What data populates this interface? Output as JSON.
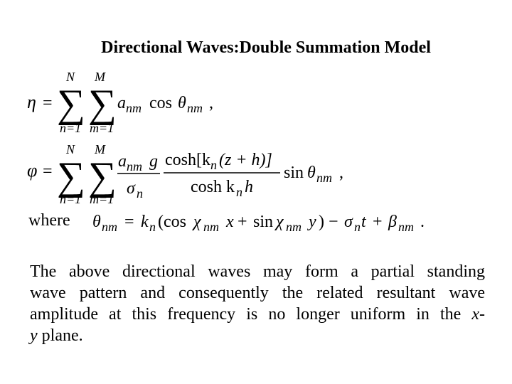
{
  "title": "Directional Waves:Double Summation Model",
  "equations": {
    "eta": {
      "lhs": "η",
      "eq": "=",
      "upper1": "N",
      "upper2": "M",
      "lower1": "n=1",
      "lower2": "m=1",
      "sigma": "∑",
      "term_a": "a",
      "term_a_sub": "nm",
      "term_cos": "cos",
      "term_theta": "θ",
      "term_theta_sub": "nm",
      "trail": ","
    },
    "phi": {
      "lhs": "φ",
      "eq": "=",
      "upper1": "N",
      "upper2": "M",
      "lower1": "n=1",
      "lower2": "m=1",
      "sigma": "∑",
      "frac1_num_a": "a",
      "frac1_num_sub": "nm",
      "frac1_num_g": "g",
      "frac1_den": "σ",
      "frac1_den_sub": "n",
      "frac2_num": "cosh[k",
      "frac2_num_sub": "n",
      "frac2_num_rest": "(z + h)]",
      "frac2_den": "cosh k",
      "frac2_den_sub": "n",
      "frac2_den_rest": "h",
      "sin": "sin",
      "theta": "θ",
      "theta_sub": "nm",
      "trail": ","
    },
    "where": {
      "label": "where",
      "theta": "θ",
      "theta_sub": "nm",
      "eq": "=",
      "k": "k",
      "k_sub": "n",
      "open": "(cos",
      "chi": "χ",
      "chi_sub": "nm",
      "x": "x",
      "plus": "+",
      "sin": "sin",
      "chi2": "χ",
      "chi2_sub": "nm",
      "y": "y",
      "close": ")",
      "minus1": "−",
      "sigma": "σ",
      "sigma_sub": "n",
      "t": "t",
      "plus2": "+",
      "beta": "β",
      "beta_sub": "nm",
      "dot": "."
    }
  },
  "paragraph": {
    "line1": "The above directional waves may form a partial standing",
    "line2": "wave pattern and consequently the related resultant wave",
    "line3_a": "amplitude at this frequency is no longer uniform in the ",
    "line3_b": "x-",
    "line4_a": "y",
    "line4_b": " plane."
  }
}
